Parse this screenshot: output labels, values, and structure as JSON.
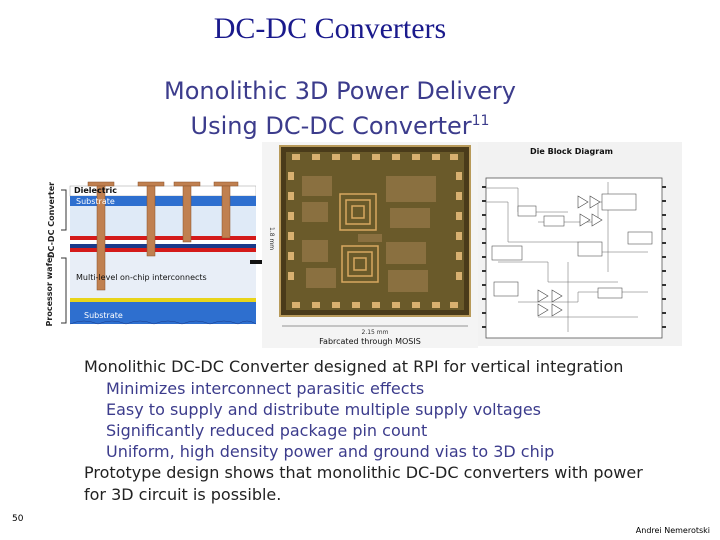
{
  "slide": {
    "title": "DC-DC Converters",
    "subtitle_line1": "Monolithic 3D Power Delivery",
    "subtitle_line2": "Using DC-DC Converter",
    "subtitle_superscript": "11",
    "page_number": "50",
    "author": "Andrei Nemerotski"
  },
  "cross_section": {
    "label_dielectric": "Dielectric",
    "label_substrate_top": "Substrate",
    "label_interconnects": "Multi-level on-chip interconnects",
    "label_substrate_bottom": "Substrate",
    "side_converter": "DC-DC Converter",
    "side_processor": "Processor wafer"
  },
  "die_photo": {
    "caption": "Fabrcated through MOSIS",
    "width_dim": "2.15 mm",
    "height_dim": "1.8 mm"
  },
  "block_diagram": {
    "title": "Die Block Diagram"
  },
  "bullets": {
    "main1": "Monolithic DC-DC Converter designed at RPI for vertical integration",
    "sub": [
      "Minimizes interconnect parasitic effects",
      "Easy to supply and distribute multiple supply voltages",
      "Significantly reduced package pin count",
      "Uniform, high density power and ground vias to 3D chip"
    ],
    "main2_line1": "Prototype design shows that monolithic DC-DC converters with power",
    "main2_line2": "for 3D circuit is possible."
  },
  "colors": {
    "title": "#1a1a8c",
    "subtitle": "#3c3c8c",
    "substrate_blue": "#2e6fcf",
    "copper": "#c08050",
    "die_green": "#6a5a2a"
  }
}
